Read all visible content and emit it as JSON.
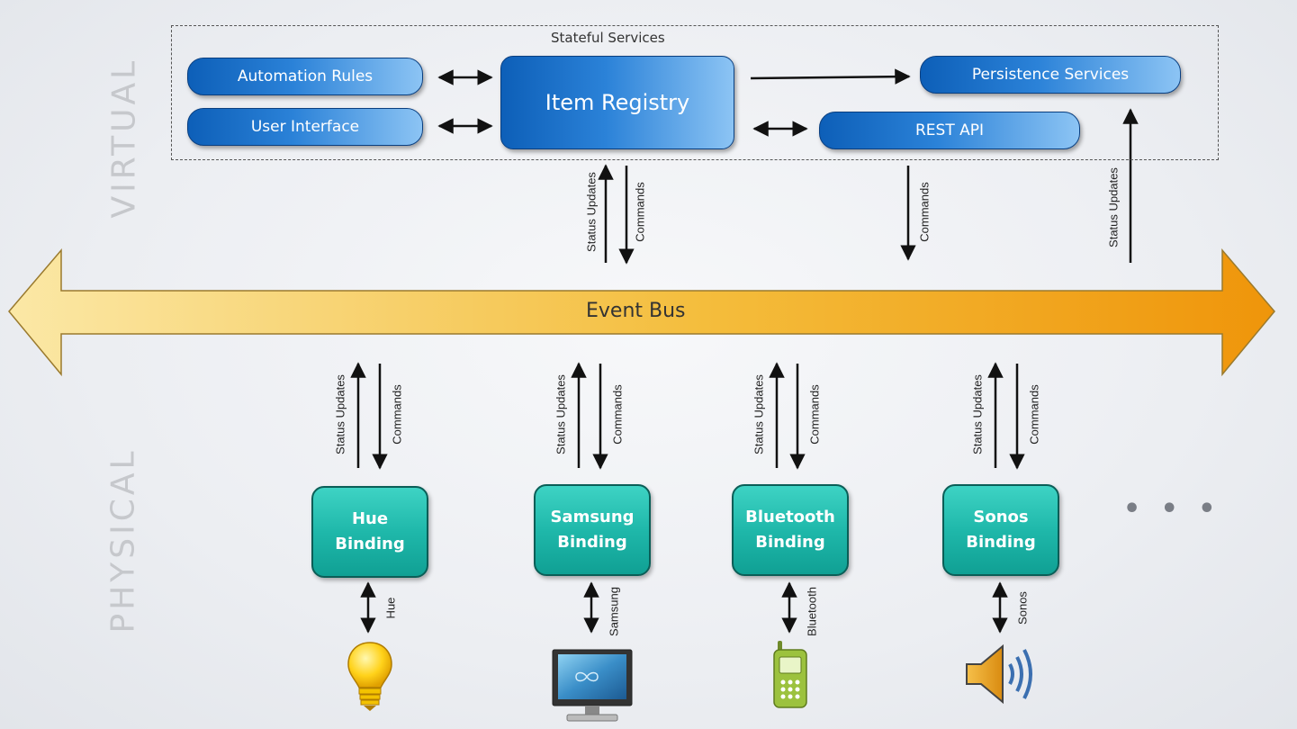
{
  "layers": {
    "virtual": "VIRTUAL",
    "physical": "PHYSICAL"
  },
  "stateful_services": {
    "title": "Stateful Services",
    "automation_rules": "Automation Rules",
    "user_interface": "User Interface",
    "item_registry": "Item Registry",
    "persistence_services": "Persistence Services",
    "rest_api": "REST API"
  },
  "event_bus": {
    "label": "Event Bus"
  },
  "flow_labels": {
    "status_updates": "Status Updates",
    "commands": "Commands"
  },
  "bindings": [
    {
      "line1": "Hue",
      "line2": "Binding",
      "protocol": "Hue",
      "device": "light-bulb-icon"
    },
    {
      "line1": "Samsung",
      "line2": "Binding",
      "protocol": "Samsung",
      "device": "tv-icon"
    },
    {
      "line1": "Bluetooth",
      "line2": "Binding",
      "protocol": "Bluetooth",
      "device": "mobile-phone-icon"
    },
    {
      "line1": "Sonos",
      "line2": "Binding",
      "protocol": "Sonos",
      "device": "speaker-icon"
    }
  ],
  "more_indicator": "• • •",
  "colors": {
    "service_blue": "#1a6fcc",
    "binding_teal": "#1fb8aa",
    "bus_start": "#fbe7a0",
    "bus_end": "#ef9a0e"
  }
}
